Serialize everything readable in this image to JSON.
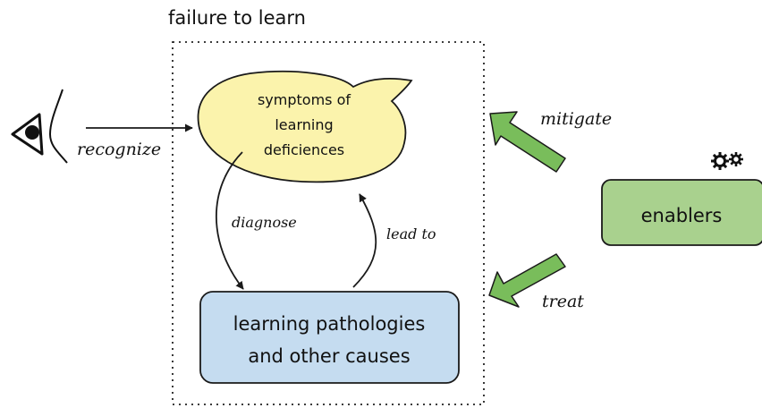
{
  "diagram": {
    "title": "failure to learn",
    "symptoms": {
      "line1": "symptoms of",
      "line2": "learning",
      "line3": "deficiences"
    },
    "pathologies": {
      "line1": "learning pathologies",
      "line2": "and other causes"
    },
    "enablers": {
      "label": "enablers"
    },
    "edges": {
      "recognize": "recognize",
      "diagnose": "diagnose",
      "lead_to": "lead to",
      "mitigate": "mitigate",
      "treat": "treat"
    },
    "icons": {
      "observer": "eye-icon",
      "mechanism": "gears-icon"
    },
    "colors": {
      "symptoms_fill": "#fbf3ac",
      "pathologies_fill": "#c5dcf0",
      "enablers_fill": "#a9d18e",
      "green_arrow": "#79bd5b",
      "stroke": "#1a1a1a"
    }
  }
}
